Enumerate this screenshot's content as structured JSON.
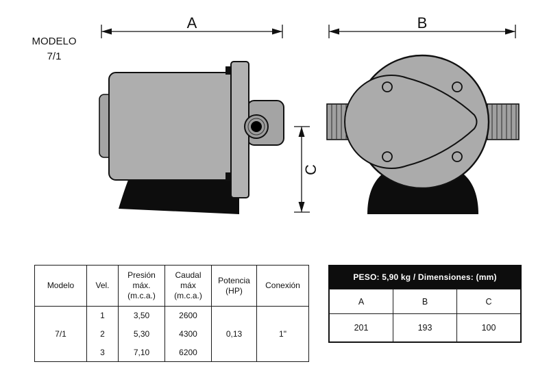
{
  "model": {
    "title": "MODELO",
    "number": "7/1"
  },
  "dims": {
    "a": "A",
    "b": "B",
    "c": "C"
  },
  "spec_table": {
    "headers": [
      "Modelo",
      "Vel.",
      "Presión\nmáx.\n(m.c.a.)",
      "Caudal\nmáx\n(m.c.a.)",
      "Potencia\n(HP)",
      "Conexión"
    ],
    "modelo": "7/1",
    "vel": [
      "1",
      "2",
      "3"
    ],
    "presion": [
      "3,50",
      "5,30",
      "7,10"
    ],
    "caudal": [
      "2600",
      "4300",
      "6200"
    ],
    "potencia": "0,13",
    "conexion": "1\""
  },
  "dim_table": {
    "header": "PESO: 5,90 kg / Dimensiones: (mm)",
    "columns": [
      "A",
      "B",
      "C"
    ],
    "values": [
      "201",
      "193",
      "100"
    ]
  }
}
